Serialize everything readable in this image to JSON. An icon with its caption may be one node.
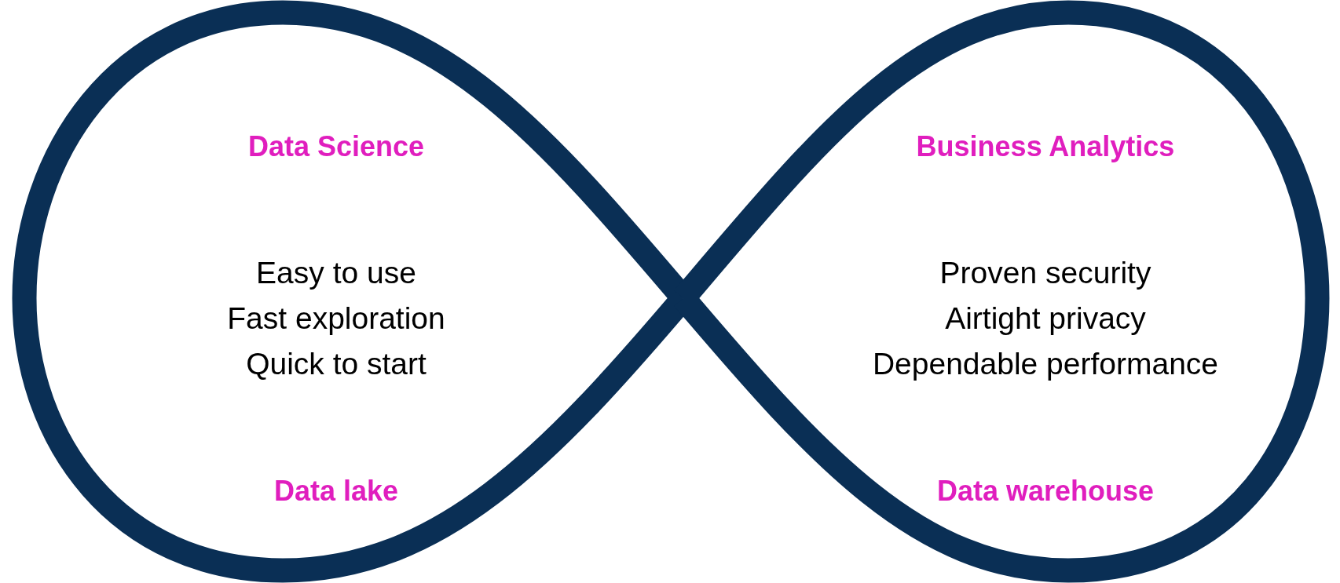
{
  "diagram": {
    "nodes": [
      {
        "text": [
          "Data Science",
          "Easy to use",
          "Fast exploration",
          "Quick to start",
          "Data lake"
        ]
      },
      {
        "text": [
          "Business Analytics",
          "Proven security",
          "Airtight privacy",
          "Dependable performance",
          "Data warehouse"
        ]
      }
    ]
  }
}
